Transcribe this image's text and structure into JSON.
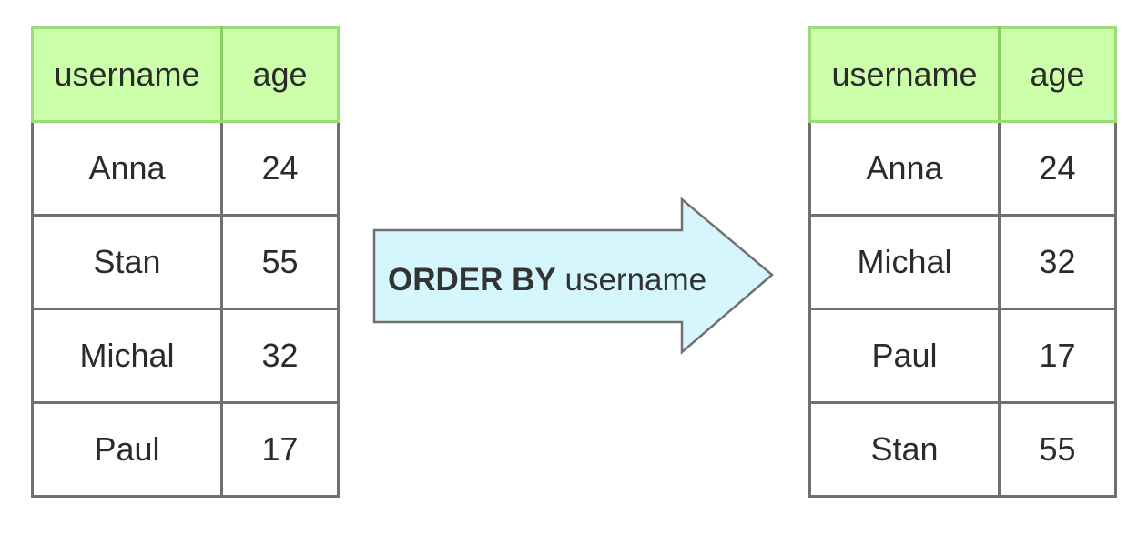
{
  "left_table": {
    "headers": [
      "username",
      "age"
    ],
    "rows": [
      [
        "Anna",
        "24"
      ],
      [
        "Stan",
        "55"
      ],
      [
        "Michal",
        "32"
      ],
      [
        "Paul",
        "17"
      ]
    ]
  },
  "arrow": {
    "keyword": "ORDER BY",
    "column": "username"
  },
  "right_table": {
    "headers": [
      "username",
      "age"
    ],
    "rows": [
      [
        "Anna",
        "24"
      ],
      [
        "Michal",
        "32"
      ],
      [
        "Paul",
        "17"
      ],
      [
        "Stan",
        "55"
      ]
    ]
  },
  "colors": {
    "header_fill": "#ccffaa",
    "arrow_fill": "#d4f6fc",
    "border": "#707070"
  }
}
